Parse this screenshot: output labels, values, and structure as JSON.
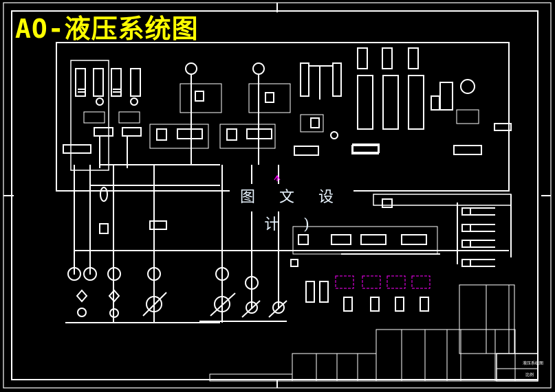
{
  "drawing": {
    "title": "AO-液压系统图",
    "watermark": "图 文 设 计 )",
    "title_block": {
      "drawing_name_label": "液压系统图",
      "scale_label": "比例"
    },
    "colors": {
      "background": "#000000",
      "line": "#ffffff",
      "title": "#ffff00",
      "highlight": "#ff00ff"
    },
    "components": [
      {
        "id": "hydraulic-cylinder-group-left",
        "type": "cylinder"
      },
      {
        "id": "hydraulic-motor-1",
        "type": "motor"
      },
      {
        "id": "hydraulic-motor-2",
        "type": "motor"
      },
      {
        "id": "hydraulic-motor-right",
        "type": "motor"
      },
      {
        "id": "double-cylinder-center",
        "type": "cylinder"
      },
      {
        "id": "vertical-cylinders-right",
        "type": "cylinder",
        "count": 3
      },
      {
        "id": "horizontal-cylinders-right",
        "type": "cylinder",
        "count": 4
      },
      {
        "id": "lower-cylinders",
        "type": "cylinder",
        "count": 4
      },
      {
        "id": "directional-valves",
        "type": "valve"
      },
      {
        "id": "pumps",
        "type": "pump"
      },
      {
        "id": "variable-pumps",
        "type": "pump"
      },
      {
        "id": "filters",
        "type": "filter"
      },
      {
        "id": "accumulator",
        "type": "accumulator"
      }
    ]
  }
}
